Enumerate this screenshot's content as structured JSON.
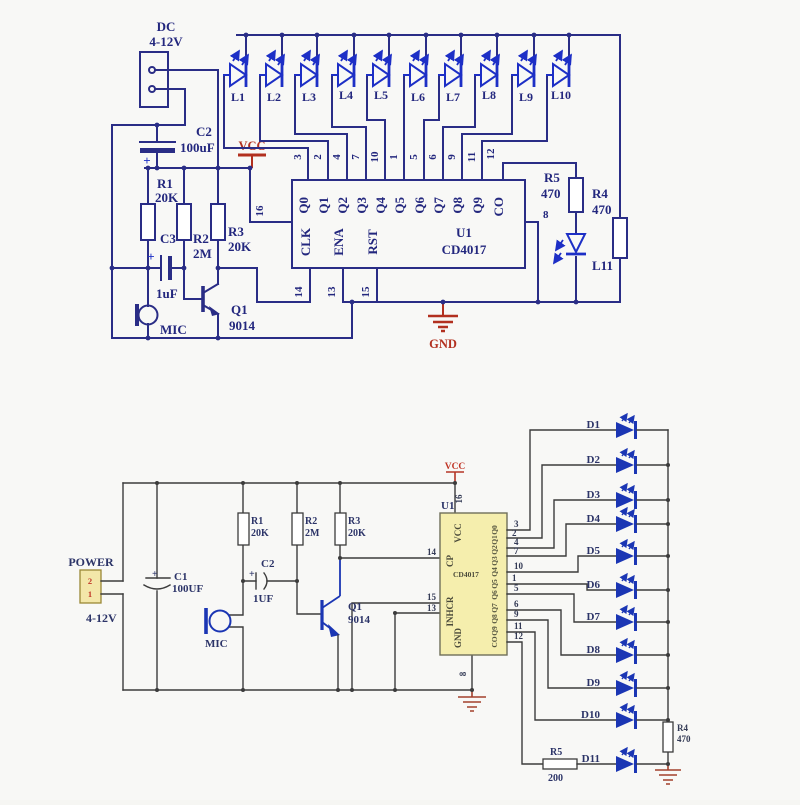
{
  "top": {
    "dc1": "DC",
    "dc2": "4-12V",
    "leds": [
      "L1",
      "L2",
      "L3",
      "L4",
      "L5",
      "L6",
      "L7",
      "L8",
      "L9",
      "L10"
    ],
    "led11": "L11",
    "top_pins": [
      "3",
      "2",
      "4",
      "7",
      "10",
      "1",
      "5",
      "6",
      "9",
      "11"
    ],
    "co_pin": "12",
    "vcc_pin": "16",
    "gnd_pin": "8",
    "clk_pin": "14",
    "ena_pin": "13",
    "rst_pin": "15",
    "outputs": [
      "Q0",
      "Q1",
      "Q2",
      "Q3",
      "Q4",
      "Q5",
      "Q6",
      "Q7",
      "Q8",
      "Q9"
    ],
    "co": "CO",
    "clk": "CLK",
    "ena": "ENA",
    "rst": "RST",
    "u1": "U1",
    "part": "CD4017",
    "vcc": "VCC",
    "gnd": "GND",
    "c2r": "C2",
    "c2v": "100uF",
    "c3r": "C3",
    "c3v": "1uF",
    "r1r": "R1",
    "r1v": "20K",
    "r2r": "R2",
    "r2v": "2M",
    "r3r": "R3",
    "r3v": "20K",
    "r4r": "R4",
    "r4v": "470",
    "r5r": "R5",
    "r5v": "470",
    "q1r": "Q1",
    "q1v": "9014",
    "mic": "MIC",
    "plus": "+"
  },
  "bottom": {
    "power": "POWER",
    "voltage": "4-12V",
    "pin2": "2",
    "pin1": "1",
    "c1r": "C1",
    "c1v": "100UF",
    "c2r": "C2",
    "c2v": "1UF",
    "r1r": "R1",
    "r1v": "20K",
    "r2r": "R2",
    "r2v": "2M",
    "r3r": "R3",
    "r3v": "20K",
    "r4r": "R4",
    "r4v": "470",
    "r5r": "R5",
    "r5v": "200",
    "q1r": "Q1",
    "q1v": "9014",
    "mic": "MIC",
    "vcc": "VCC",
    "u1": "U1",
    "part": "CD4017",
    "ic_vcc": "VCC",
    "ic_cp": "CP",
    "ic_cr": "CR",
    "ic_inh": "INH",
    "ic_gnd": "GND",
    "pin16": "16",
    "pin8": "8",
    "pin14": "14",
    "pin15": "15",
    "pin13": "13",
    "out_pins": [
      "3",
      "2",
      "4",
      "7",
      "10",
      "1",
      "5",
      "6",
      "9",
      "11",
      "12"
    ],
    "outputs": [
      "Q0",
      "Q1",
      "Q2",
      "Q3",
      "Q4",
      "Q5",
      "Q6",
      "Q7",
      "Q8",
      "Q9",
      "CO"
    ],
    "leds": [
      "D1",
      "D2",
      "D3",
      "D4",
      "D5",
      "D6",
      "D7",
      "D8",
      "D9",
      "D10",
      "D11"
    ],
    "plus": "+"
  }
}
